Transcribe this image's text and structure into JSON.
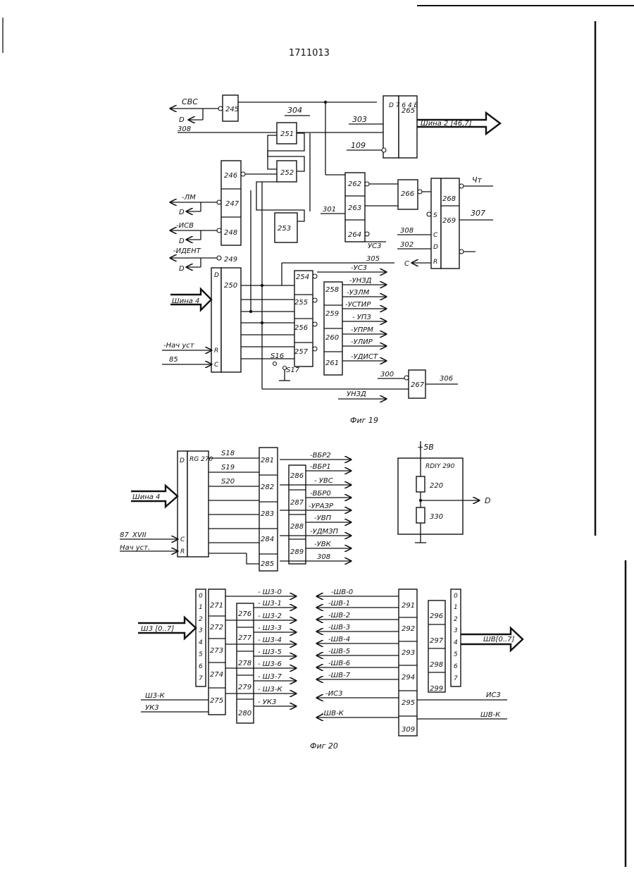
{
  "header": {
    "patent_number": "1711013"
  },
  "fig19": {
    "caption": "Фиг 19",
    "blocks": {
      "b245": "245",
      "b246": "246",
      "b247": "247",
      "b248": "248",
      "b249": "249",
      "b250": "250",
      "b251": "251",
      "b252": "252",
      "b253": "253",
      "b254": "254",
      "b255": "255",
      "b256": "256",
      "b257": "257",
      "b258": "258",
      "b259": "259",
      "b260": "260",
      "b261": "261",
      "b262": "262",
      "b263": "263",
      "b264": "264",
      "b265": "265",
      "b266": "266",
      "b267": "267",
      "b268": "268",
      "b269": "269"
    },
    "labels": {
      "svs": "СВС",
      "d1": "D",
      "n308a": "308",
      "n304": "304",
      "n303": "303",
      "n109": "109",
      "bus2": "Шина 2 [46,7]",
      "chip265_pins": "D 7 6 4 E",
      "lm": "-ЛМ",
      "d2": "D",
      "isv": "-ИСВ",
      "d3": "D",
      "ident": "-ИДЕНТ",
      "d4": "D",
      "bus4": "Шина 4",
      "nach_ust": "-Нач уст",
      "n85": "85",
      "r": "R",
      "c": "C",
      "d250": "D",
      "n301": "301",
      "us3a": "УС3",
      "n305": "305",
      "chit": "Чт",
      "n307": "307",
      "s_pin": "S",
      "c_pin": "C",
      "d_pin": "D",
      "r_pin": "R",
      "n308b": "308",
      "n302": "302",
      "c_out": "C",
      "o_us3": "-УС3",
      "o_unzd": "-УНЗД",
      "o_uzlm": "-УЗЛМ",
      "o_ustir": "-УСТИР",
      "o_upz": "- УПЗ",
      "o_uprm": "-УПРМ",
      "o_ulir": "-УЛИР",
      "o_udist": "-УДИСТ",
      "s16": "S16",
      "s17": "S17",
      "n300": "300",
      "n306": "306",
      "unzd": "УНЗД"
    }
  },
  "fig20": {
    "caption": "Фиг 20",
    "blocks": {
      "b270": "RG 270",
      "b281": "281",
      "b282": "282",
      "b283": "283",
      "b284": "284",
      "b285": "285",
      "b286": "286",
      "b287": "287",
      "b288": "288",
      "b289": "289",
      "b271": "271",
      "b272": "272",
      "b273": "273",
      "b274": "274",
      "b275": "275",
      "b276": "276",
      "b277": "277",
      "b278": "278",
      "b279": "279",
      "b280": "280",
      "b290": "RDIY 290",
      "b291": "291",
      "b292": "292",
      "b293": "293",
      "b294": "294",
      "b295": "295",
      "b296": "296",
      "b297": "297",
      "b298": "298",
      "b299": "299",
      "b309": "309"
    },
    "labels": {
      "d": "D",
      "s18": "S18",
      "s19": "S19",
      "s20": "S20",
      "bus4": "Шина 4",
      "n87": "87",
      "xvii": "XVII",
      "nach_ust": "Нач уст.",
      "c": "C",
      "r": "R",
      "o_vbr2": "-ВБР2",
      "o_vbr1": "-ВБР1",
      "o_uvs": "- УВС",
      "o_vbr0": "-ВБР0",
      "o_urazr": "-УРАЗР",
      "o_uvp": "-УВП",
      "o_udmzp": "-УДМЗП",
      "o_uvk": "-УВК",
      "o_308": "308",
      "plus5": "+5В",
      "r220": "220",
      "r330": "330",
      "d_out": "D",
      "sh3_bus": "Ш3 [0..7]",
      "sh3k": "Ш3-К",
      "uk3": "УК3",
      "sh3_0": "- Ш3-0",
      "sh3_1": "- Ш3-1",
      "sh3_2": "- Ш3-2",
      "sh3_3": "- Ш3-3",
      "sh3_4": "- Ш3-4",
      "sh3_5": "- Ш3-5",
      "sh3_6": "- Ш3-6",
      "sh3_7": "- Ш3-7",
      "sh3_k": "- Ш3-К",
      "o_uk3": "- УК3",
      "shv_bus": "ШВ[0..7]",
      "is3": "ИС3",
      "shv_k": "ШВ-К",
      "v0": "-ШВ-0",
      "v1": "-ШВ-1",
      "v2": "-ШВ-2",
      "v3": "-ШВ-3",
      "v4": "-ШВ-4",
      "v5": "-ШВ-5",
      "v6": "-ШВ-6",
      "v7": "-ШВ-7",
      "vis3": "-ИС3",
      "vk": "-ШВ-К",
      "n0": "0",
      "n1": "1",
      "n2": "2",
      "n3": "3",
      "n4": "4",
      "n5": "5",
      "n6": "6",
      "n7": "7"
    }
  }
}
